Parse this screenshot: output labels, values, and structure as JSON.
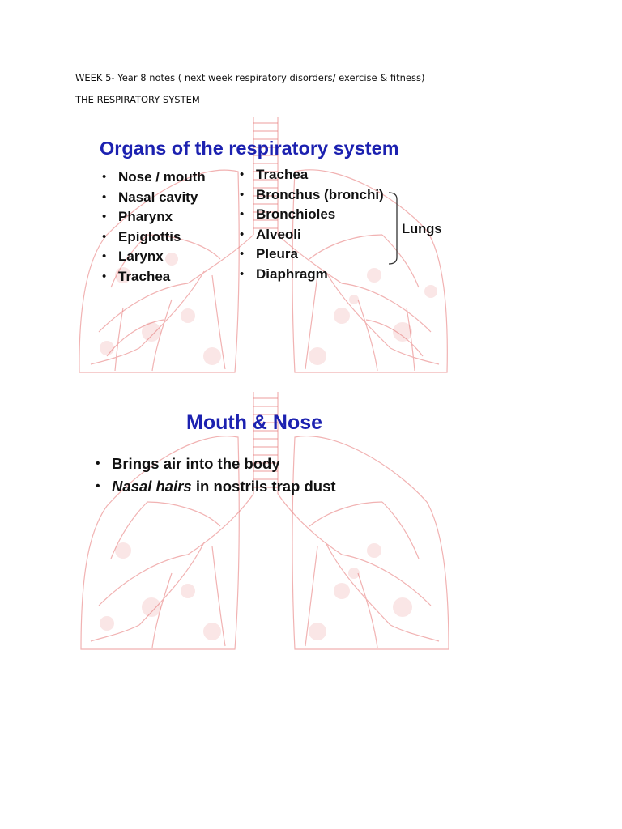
{
  "document": {
    "header_line": "WEEK 5- Year 8 notes ( next week respiratory disorders/ exercise & fitness)",
    "section_heading": "THE RESPIRATORY SYSTEM"
  },
  "slide_organs": {
    "title": "Organs of the respiratory system",
    "left_items": [
      "Nose / mouth",
      "Nasal cavity",
      "Pharynx",
      "Epiglottis",
      "Larynx",
      "Trachea"
    ],
    "right_items": [
      "Trachea",
      "Bronchus (bronchi)",
      "Bronchioles",
      "Alveoli",
      "Pleura",
      "Diaphragm"
    ],
    "bracket_label": "Lungs",
    "bullet_symbol": "•"
  },
  "slide_mouth_nose": {
    "title": "Mouth & Nose",
    "bullet_1": "Brings air into the body",
    "bullet_2_italic": "Nasal hairs",
    "bullet_2_rest": " in nostrils trap dust",
    "bullet_symbol": "•"
  },
  "colors": {
    "slide_title": "#1c21b0",
    "lung_art": "#e57373"
  }
}
